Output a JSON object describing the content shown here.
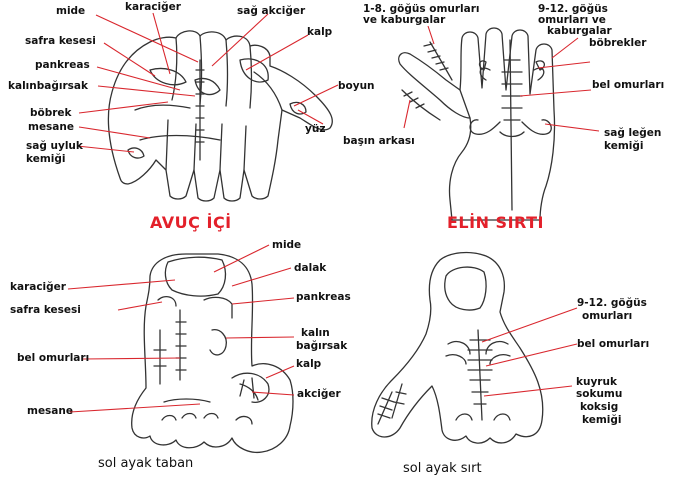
{
  "colors": {
    "title": "#e3202a",
    "ink": "#111111",
    "pointer": "#d9272e",
    "sketch": "#333333"
  },
  "panels": {
    "palm": {
      "title": "AVUÇ İÇİ",
      "labels": {
        "mide": "mide",
        "karaciger": "karaciğer",
        "sag_akciger": "sağ akciğer",
        "safra_kesesi": "safra kesesi",
        "kalp": "kalp",
        "pankreas": "pankreas",
        "kalinbagirsak": "kalınbağırsak",
        "boyun": "boyun",
        "bobrek": "böbrek",
        "mesane": "mesane",
        "sag_uyluk_1": "sağ uyluk",
        "sag_uyluk_2": "kemiği",
        "yuz": "yüz"
      }
    },
    "back_hand": {
      "title": "ELİN SIRTI",
      "labels": {
        "gogus_1_8_a": "1-8. göğüs omurları",
        "gogus_1_8_b": "ve kaburgalar",
        "gogus_9_12_a": "9-12. göğüs",
        "gogus_9_12_b": "omurları ve",
        "gogus_9_12_c": "kaburgalar",
        "bobrekler": "böbrekler",
        "bel_omurlari": "bel omurları",
        "sag_legen_a": "sağ leğen",
        "sag_legen_b": "kemiği",
        "basin_arkasi": "başın arkası"
      }
    },
    "foot_sole": {
      "caption": "sol ayak taban",
      "labels": {
        "mide": "mide",
        "dalak": "dalak",
        "karaciger": "karaciğer",
        "pankreas": "pankreas",
        "safra_kesesi": "safra kesesi",
        "kalin_a": "kalın",
        "kalin_b": "bağırsak",
        "bel_omurlari": "bel omurları",
        "kalp": "kalp",
        "akciger": "akciğer",
        "mesane": "mesane"
      }
    },
    "foot_top": {
      "caption": "sol ayak sırt",
      "labels": {
        "gogus_a": "9-12. göğüs",
        "gogus_b": "omurları",
        "bel_omurlari": "bel omurları",
        "kuyruk_a": "kuyruk",
        "kuyruk_b": "sokumu",
        "kuyruk_c": "koksig",
        "kuyruk_d": "kemiği"
      }
    }
  }
}
